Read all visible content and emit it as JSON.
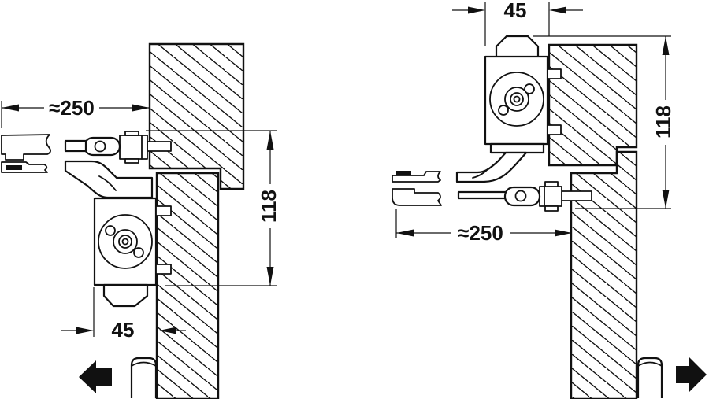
{
  "figures": {
    "left": {
      "projection_label": "≈250",
      "height_label": "118",
      "offset_label": "45",
      "opening_arrow": "left"
    },
    "right": {
      "offset_label": "45",
      "height_label": "118",
      "projection_label": "≈250",
      "opening_arrow": "right"
    }
  },
  "colors": {
    "line": "#111111",
    "background": "#ffffff"
  }
}
